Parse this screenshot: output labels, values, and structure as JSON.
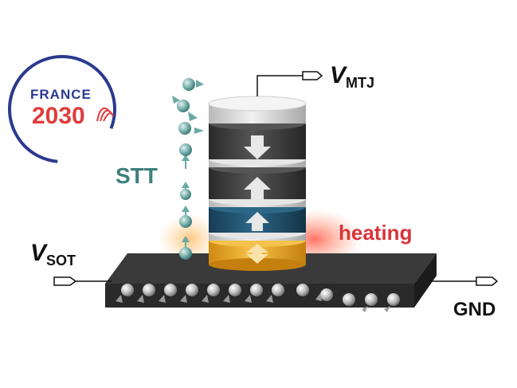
{
  "logo": {
    "word": "FRANCE",
    "year": "2030",
    "ring_color": "#2b3a8f",
    "red": "#e03c3c"
  },
  "labels": {
    "v_mtj_main": "V",
    "v_mtj_sub": "MTJ",
    "v_sot_main": "V",
    "v_sot_sub": "SOT",
    "gnd": "GND",
    "stt": "STT",
    "heating": "heating"
  },
  "colors": {
    "stt": "#3d7f7b",
    "heating": "#d9343a",
    "electron": "#6aa8a4",
    "layer_dark": "#3b3b3b",
    "layer_blue": "#1e4c6b",
    "layer_gold": "#e0a020",
    "bar": "#2c2c2c"
  },
  "icons": [
    "arrow-down-icon",
    "arrow-up-icon",
    "arrow-up-icon",
    "arrow-updown-icon",
    "electron-icon",
    "terminal-connector-icon"
  ]
}
